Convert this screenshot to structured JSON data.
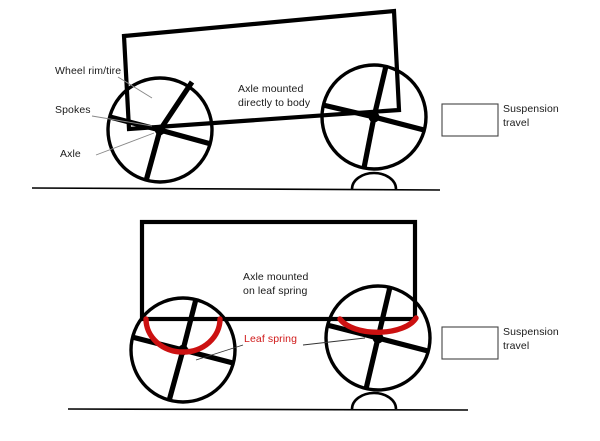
{
  "diagram": {
    "title": "Cart suspension comparison diagram",
    "colors": {
      "ink": "#000000",
      "leaf_spring": "#cc1111",
      "leader_line": "#555555",
      "background": "#ffffff"
    },
    "top_panel": {
      "name": "rigid-axle-cart",
      "callout": "Axle mounted\ndirectly to body",
      "callout_line1": "Axle mounted",
      "callout_line2": "directly to body",
      "suspension_label_line1": "Suspension",
      "suspension_label_line2": "travel",
      "part_labels": [
        {
          "id": "wheel-rim-tire",
          "text": "Wheel rim/tire"
        },
        {
          "id": "spokes",
          "text": "Spokes"
        },
        {
          "id": "axle",
          "text": "Axle"
        }
      ]
    },
    "bottom_panel": {
      "name": "leaf-spring-cart",
      "callout": "Axle mounted\non leaf spring",
      "callout_line1": "Axle mounted",
      "callout_line2": "on leaf spring",
      "leaf_spring_label": "Leaf spring",
      "suspension_label_line1": "Suspension",
      "suspension_label_line2": "travel"
    }
  }
}
